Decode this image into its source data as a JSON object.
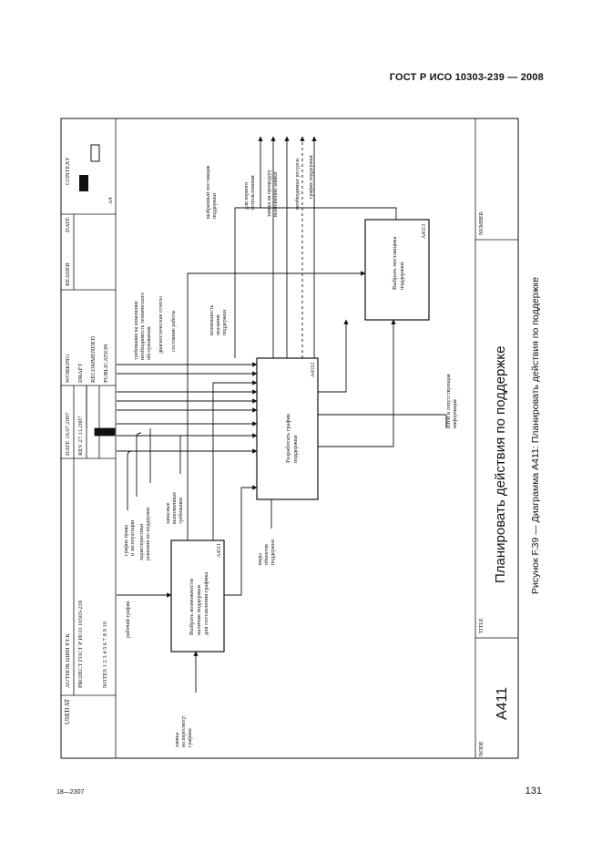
{
  "page": {
    "header": "ГОСТ Р ИСО 10303-239 — 2008",
    "footer_left": "18—2307",
    "page_number": "131",
    "caption": "Рисунок F.39 — Диаграмма А411: Планировать действия по поддержке"
  },
  "frame": {
    "used_at": "USED AT",
    "author": "AUTHOR  ШИН Р.Т.К",
    "project": "PROJECT  ГОСТ Р ИСО 10303-239",
    "notes": "NOTES  1 2 3 4 5 6 7 8 9 10",
    "date": "DATE  19.07.2007",
    "rev": "REV   27.11.2007",
    "working": "WORKING",
    "draft": "DRAFT",
    "recommended": "RECOMMENDED",
    "publication": "PUBLICATION",
    "reader": "READER",
    "date2": "DATE",
    "context": "CONTEXT",
    "context_node": "A4",
    "node_label": "NODE",
    "node_value": "A411",
    "title_label": "TITLE",
    "title_value": "Планировать действия по поддержке",
    "number_label": "NUMBER"
  },
  "boxes": {
    "b1": {
      "text": [
        "Выбрать возможности",
        "наличия поддержки",
        "для составления графика"
      ],
      "id": "A4111"
    },
    "b2": {
      "text": [
        "Разработать график",
        "поддержки"
      ],
      "id": "A4112"
    },
    "b3": {
      "text": [
        "Выбрать поставщика",
        "поддержки"
      ],
      "id": "A4113"
    }
  },
  "labels": {
    "work_schedule": "рабочий график",
    "change_request": [
      "заявка",
      "на пересмотр",
      "графика"
    ],
    "schedule_rights": [
      "график права",
      "и эксплуатации"
    ],
    "characteristics": [
      "характеристики",
      "решения по поддержке"
    ],
    "spares_need": [
      "запасные",
      "выполненные",
      "требования"
    ],
    "support_types": [
      "виды",
      "объектов",
      "поддержки"
    ],
    "change_req": "требования на изменение",
    "tech_needs": [
      "необходимость технического",
      "обслуживания"
    ],
    "diag_reports": "диагностические отчеты",
    "work_state": "состояние работы",
    "support_possible": [
      "возможность",
      "оказания",
      "поддержки"
    ],
    "hip": [
      "ИНФ и сопутствующая",
      "информация"
    ],
    "chosen_supplier": [
      "выбранный поставщик",
      "поддержки"
    ],
    "first_use": [
      "для первого",
      "использования"
    ],
    "procedure_request": [
      "заявка на процедуру",
      "выполнения заявки"
    ],
    "resource_need": "необходимые ресурсы",
    "support_schedule": "график поддержки"
  }
}
